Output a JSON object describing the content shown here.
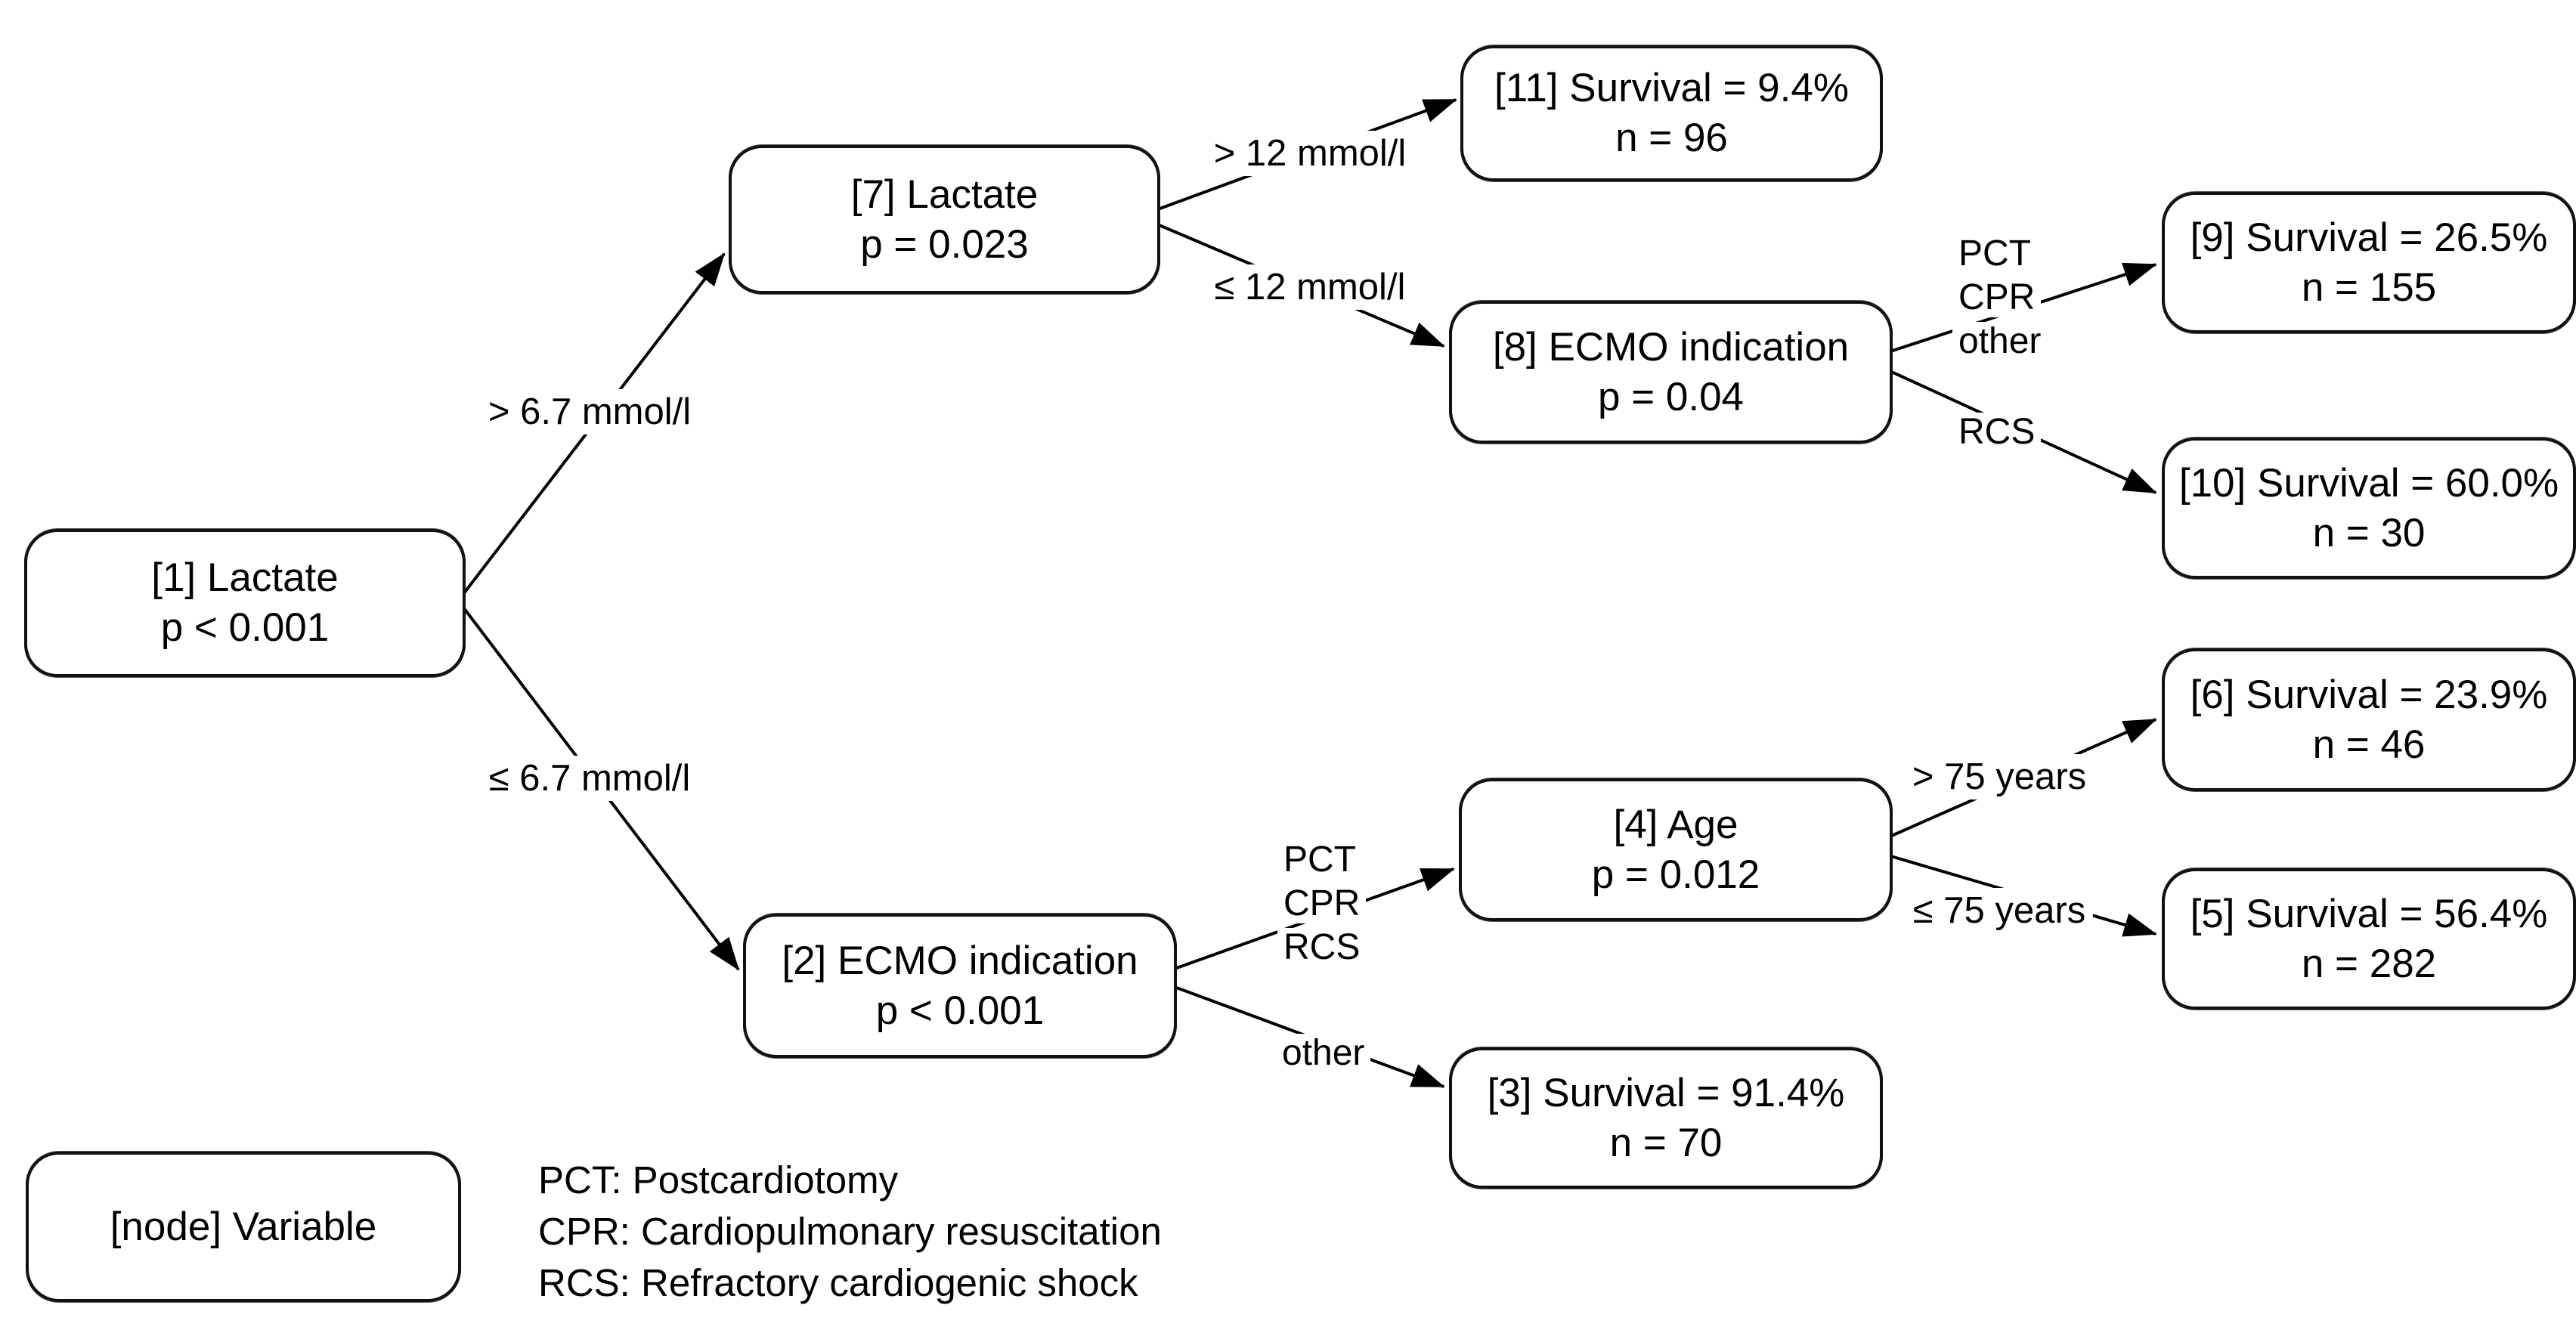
{
  "figure": {
    "background_color": "#ffffff",
    "line_color": "#000000",
    "node_border_color": "#111111"
  },
  "nodes": {
    "n1": {
      "line1": "[1] Lactate",
      "line2": "p < 0.001"
    },
    "n7": {
      "line1": "[7] Lactate",
      "line2": "p = 0.023"
    },
    "n11": {
      "line1": "[11] Survival = 9.4%",
      "line2": "n = 96"
    },
    "n8": {
      "line1": "[8] ECMO indication",
      "line2": "p = 0.04"
    },
    "n9": {
      "line1": "[9] Survival = 26.5%",
      "line2": "n = 155"
    },
    "n10": {
      "line1": "[10] Survival = 60.0%",
      "line2": "n = 30"
    },
    "n2": {
      "line1": "[2] ECMO indication",
      "line2": "p < 0.001"
    },
    "n4": {
      "line1": "[4] Age",
      "line2": "p = 0.012"
    },
    "n6": {
      "line1": "[6] Survival = 23.9%",
      "line2": "n = 46"
    },
    "n5": {
      "line1": "[5] Survival = 56.4%",
      "line2": "n = 282"
    },
    "n3": {
      "line1": "[3] Survival = 91.4%",
      "line2": "n = 70"
    }
  },
  "edge_labels": {
    "root_gt": "> 6.7 mmol/l",
    "root_le": "≤ 6.7 mmol/l",
    "n7_gt": "> 12 mmol/l",
    "n7_le": "≤ 12 mmol/l",
    "n8_top": {
      "0": "PCT",
      "1": "CPR",
      "2": "other"
    },
    "n8_bottom": "RCS",
    "n2_top": {
      "0": "PCT",
      "1": "CPR",
      "2": "RCS"
    },
    "n2_bottom": "other",
    "n4_gt": "> 75 years",
    "n4_le": "≤ 75 years"
  },
  "legend": {
    "node_box_label": "[node] Variable",
    "abbreviations": {
      "0": "PCT: Postcardiotomy",
      "1": "CPR: Cardiopulmonary resuscitation",
      "2": "RCS: Refractory cardiogenic shock"
    }
  }
}
